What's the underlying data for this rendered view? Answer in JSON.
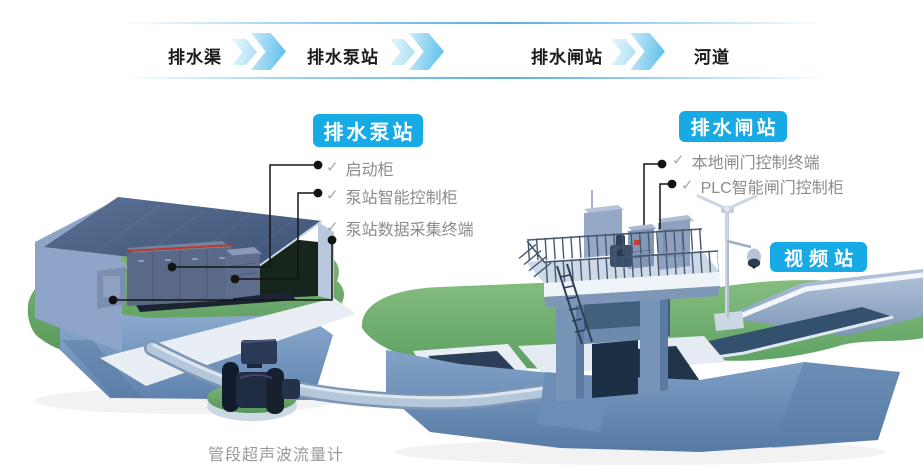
{
  "flow_bar": {
    "steps": [
      {
        "label": "排水渠"
      },
      {
        "label": "排水泵站"
      },
      {
        "label": "排水闸站"
      },
      {
        "label": "河道"
      }
    ]
  },
  "pump_station": {
    "badge": "排水泵站",
    "items": [
      {
        "icon": "check",
        "label": "启动柜"
      },
      {
        "icon": "check",
        "label": "泵站智能控制柜"
      },
      {
        "icon": "check",
        "label": "泵站数据采集终端"
      }
    ]
  },
  "gate_station": {
    "badge": "排水闸站",
    "items": [
      {
        "icon": "check",
        "label": "本地闸门控制终端"
      },
      {
        "icon": "check",
        "label": "PLC智能闸门控制柜"
      }
    ]
  },
  "video_station": {
    "badge": "视频站"
  },
  "labels": {
    "flowmeter": "管段超声波流量计"
  },
  "icons": {
    "check": "✓"
  },
  "colors": {
    "badge_blue": "#17aae4",
    "arrow_blue": "#55bdeb",
    "arrow_light": "#e9f6fd",
    "grass_green": "#6faa6d",
    "concrete_blue": "#7d9cc2",
    "text_dark": "#1a1a1a",
    "text_gray": "#8c8c8c"
  }
}
